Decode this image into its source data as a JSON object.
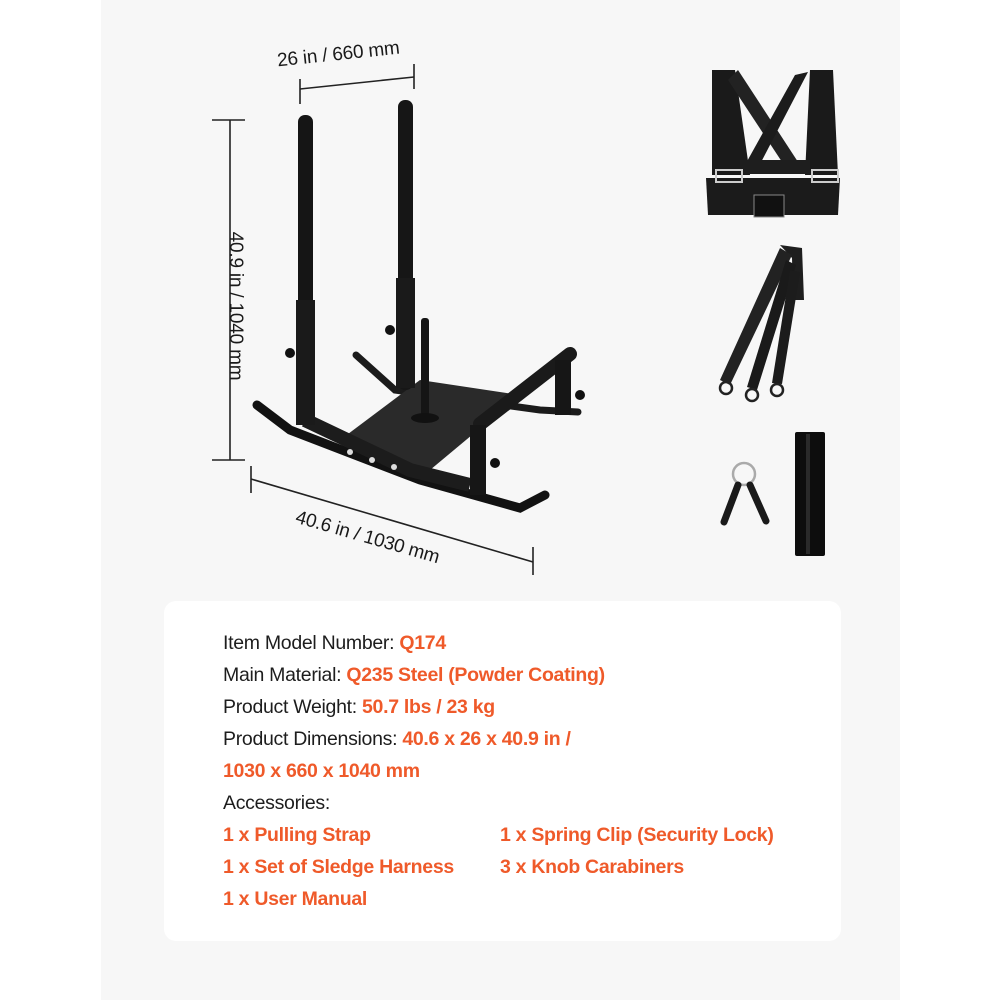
{
  "product": {
    "dimensions_labels": {
      "width": "26 in / 660 mm",
      "height": "40.9 in / 1040 mm",
      "length": "40.6 in / 1030 mm"
    },
    "images": [
      "sled-icon",
      "harness-icon",
      "pulling-strap-icon",
      "spring-clip-icon",
      "sleeve-tube-icon"
    ]
  },
  "specs": {
    "model": {
      "label": "Item Model Number: ",
      "value": "Q174"
    },
    "material": {
      "label": "Main Material: ",
      "value": "Q235 Steel (Powder Coating)"
    },
    "weight": {
      "label": "Product Weight: ",
      "value": "50.7 lbs / 23 kg"
    },
    "dimensions": {
      "label": "Product Dimensions: ",
      "value_line1": "40.6 x 26 x 40.9 in /",
      "value_line2": "1030 x 660 x 1040 mm"
    },
    "accessories_label": "Accessories:",
    "accessories": [
      "1 x Pulling Strap",
      "1 x Spring Clip (Security Lock)",
      "1 x Set of Sledge Harness",
      "3 x Knob Carabiners",
      "1 x User Manual"
    ]
  },
  "colors": {
    "accent": "#ef5a2a",
    "text": "#1d1d1d",
    "panel_bg": "#f7f7f7",
    "card_bg": "#ffffff"
  }
}
